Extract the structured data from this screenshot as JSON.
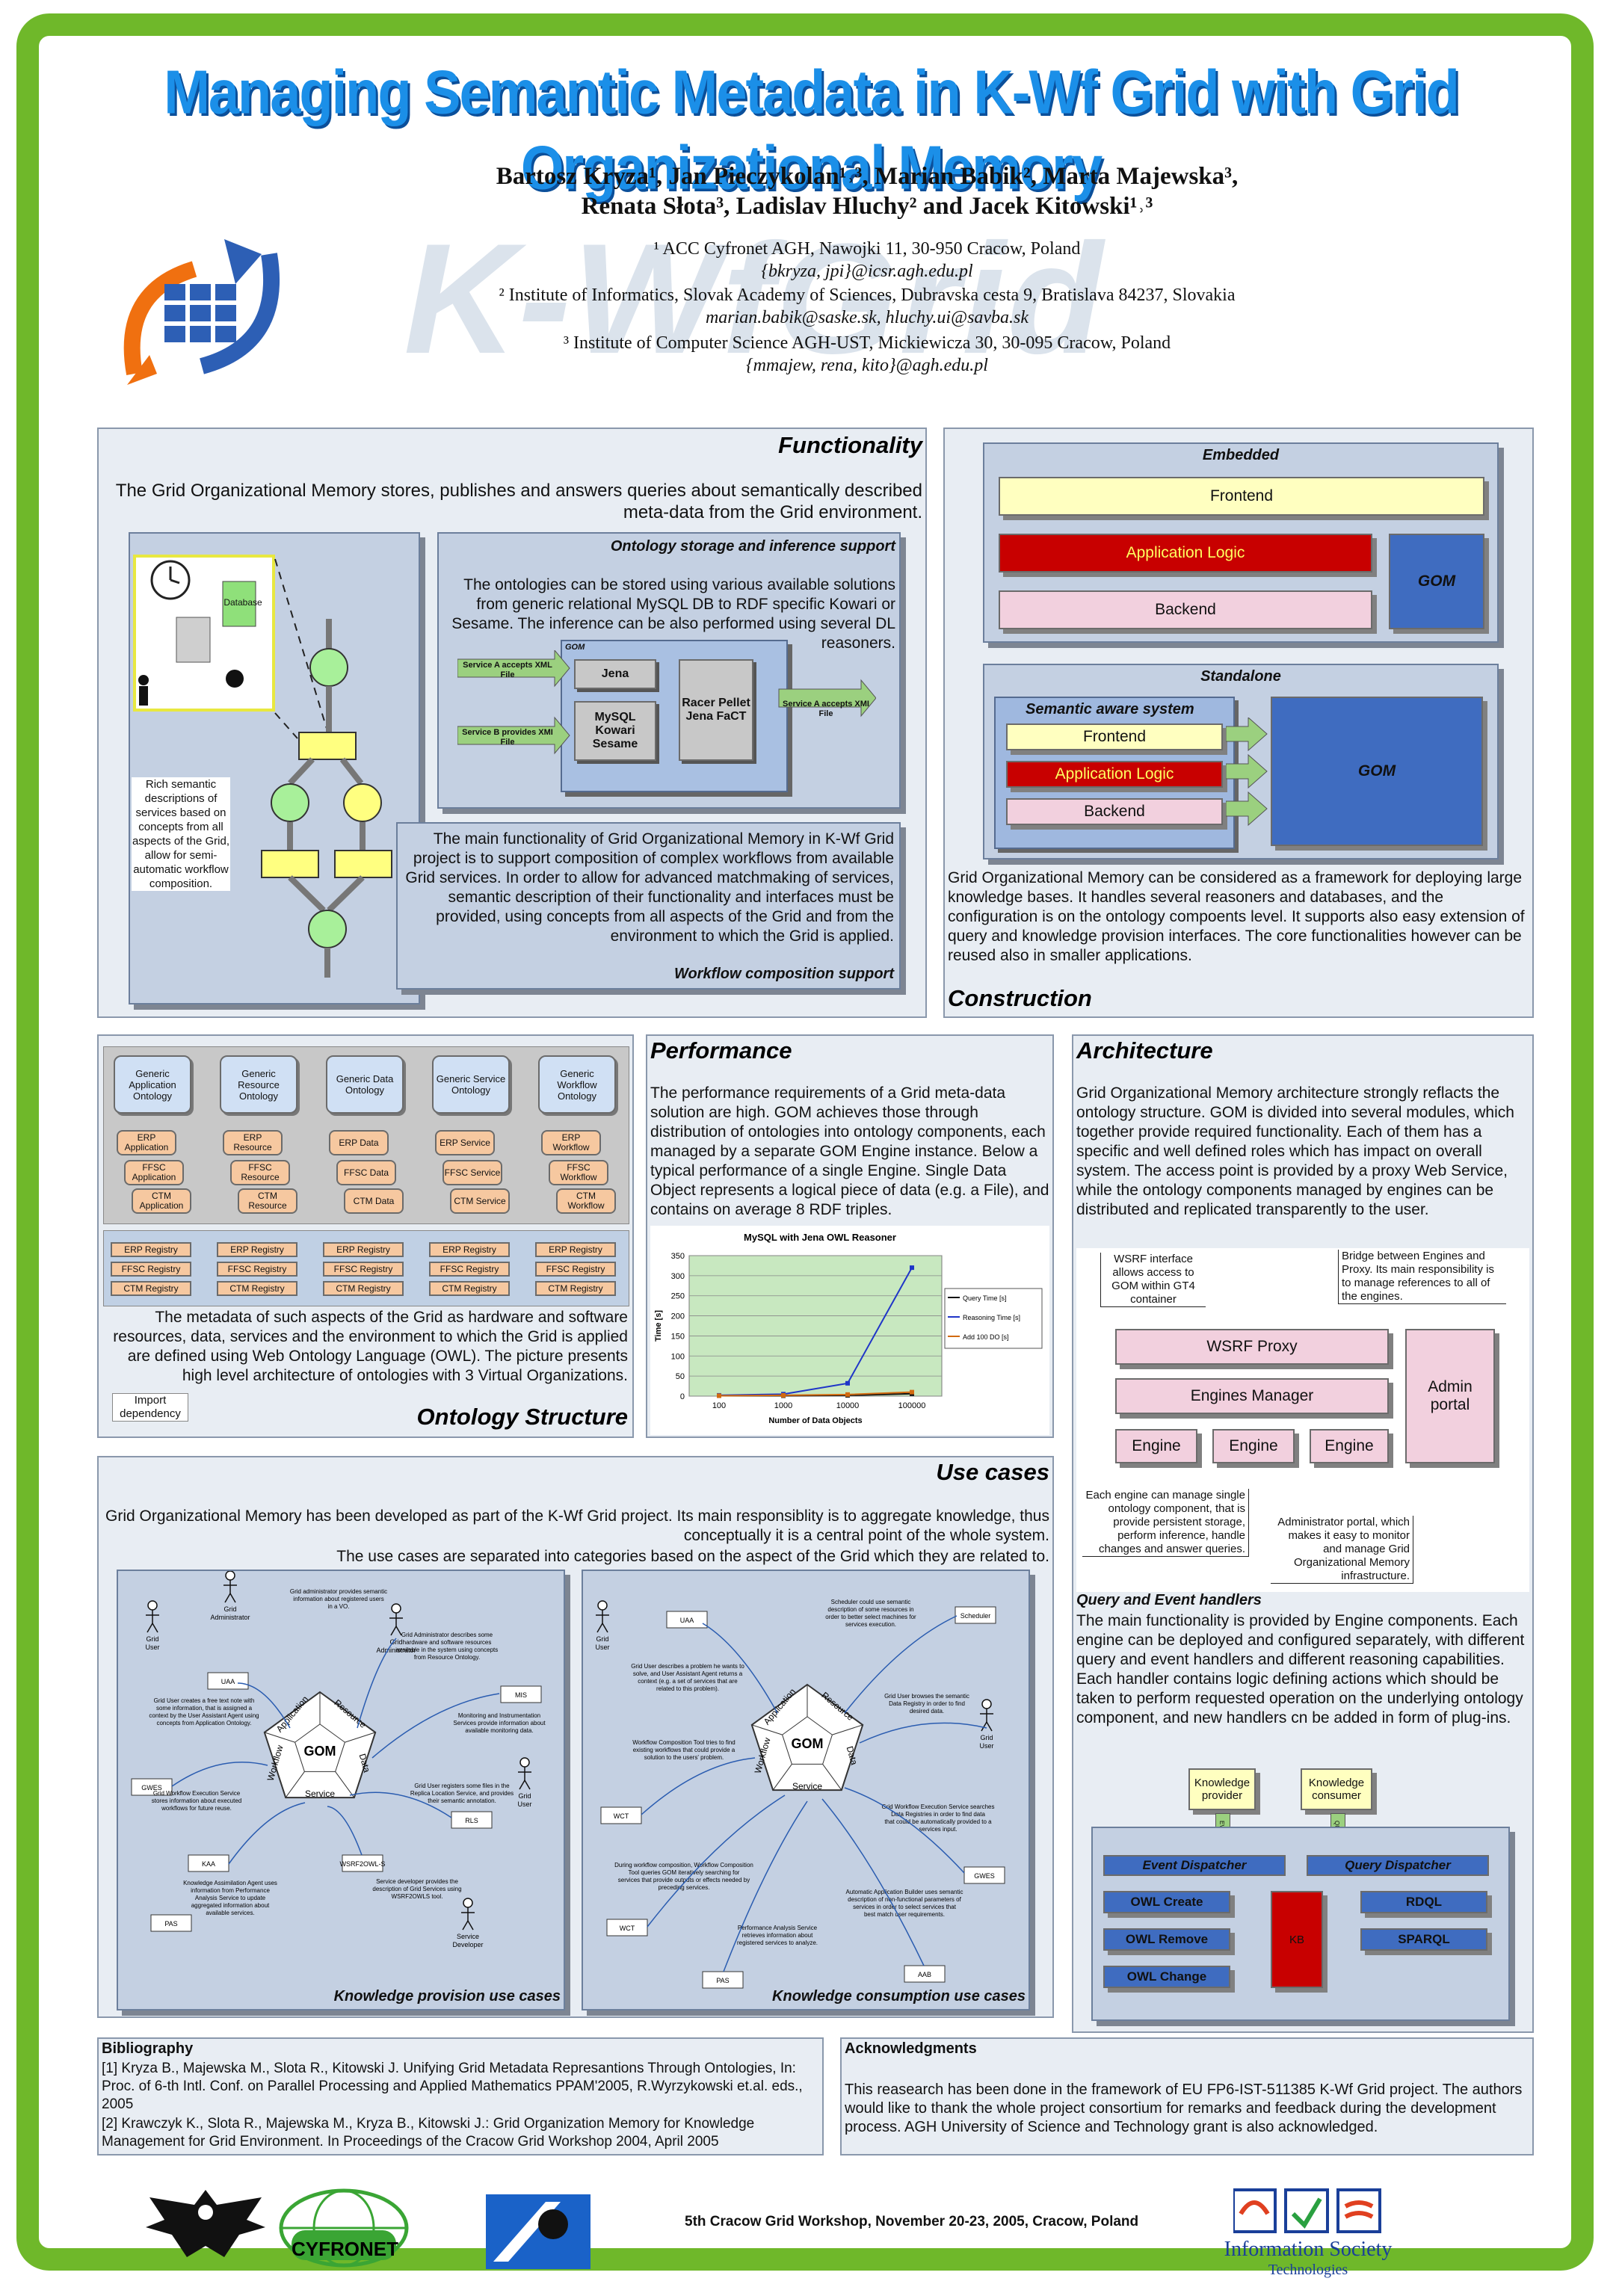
{
  "header": {
    "title": "Managing Semantic Metadata in K-Wf Grid with Grid Organizational Memory",
    "authors_line1": "Bartosz Kryza¹, Jan Pieczykolan¹˒³, Marian Babik², Marta Majewska³,",
    "authors_line2": "Renata Słota³, Ladislav Hluchy² and Jacek Kitowski¹˒³",
    "affil1": "¹ ACC Cyfronet AGH, Nawojki 11, 30-950 Cracow, Poland",
    "email1": "{bkryza, jpi}@icsr.agh.edu.pl",
    "affil2": "² Institute of Informatics, Slovak Academy of Sciences, Dubravska cesta 9, Bratislava 84237, Slovakia",
    "email2": "marian.babik@saske.sk, hluchy.ui@savba.sk",
    "affil3": "³ Institute of Computer Science AGH-UST, Mickiewicza 30, 30-095 Cracow, Poland",
    "email3": "{mmajew, rena, kito}@agh.edu.pl",
    "watermark": "K-WfGrid"
  },
  "functionality": {
    "title": "Functionality",
    "intro": "The Grid Organizational Memory stores, publishes and answers queries about semantically described meta-data from the Grid environment.",
    "database_label": "Database",
    "rich_text": "Rich semantic descriptions of services based on concepts from all aspects of the Grid, allow for semi-automatic workflow composition.",
    "ontology_storage_title": "Ontology storage and inference support",
    "ontology_storage_text": "The ontologies can be stored using various available solutions from generic relational MySQL DB to RDF specific Kowari or Sesame. The inference can be also performed using several DL reasoners.",
    "gom_label": "GOM",
    "service_a1": "Service A accepts XML File",
    "service_b": "Service B provides XMI File",
    "jena": "Jena",
    "mysql": "MySQL Kowari Sesame",
    "racer": "Racer Pellet Jena FaCT",
    "service_a2": "Service A accepts XMI File",
    "workflow_text": "The main functionality of Grid Organizational Memory in K-Wf Grid project is to support composition of complex workflows from available Grid services. In order to allow for advanced matchmaking of services, semantic description of their functionality and interfaces must be provided, using concepts from all aspects of the Grid and from the environment to which the Grid is applied.",
    "workflow_title": "Workflow composition support"
  },
  "construction": {
    "title": "Construction",
    "embedded": "Embedded",
    "frontend": "Frontend",
    "app_logic": "Application Logic",
    "backend": "Backend",
    "gom": "GOM",
    "standalone": "Standalone",
    "semantic_system": "Semantic aware system",
    "text": "Grid Organizational Memory can be considered as a framework for deploying large knowledge bases. It handles several reasoners and databases, and the configuration is on the ontology compoents level. It supports also easy extension of query and knowledge provision interfaces. The core functionalities however can be reused also in smaller applications."
  },
  "ontology_structure": {
    "title": "Ontology Structure",
    "generic": [
      "Generic Application Ontology",
      "Generic Resource Ontology",
      "Generic Data Ontology",
      "Generic Service Ontology",
      "Generic Workflow Ontology"
    ],
    "erp": [
      "ERP Application",
      "ERP Resource",
      "ERP Data",
      "ERP Service",
      "ERP Workflow"
    ],
    "ffsc": [
      "FFSC Application",
      "FFSC Resource",
      "FFSC Data",
      "FFSC Service",
      "FFSC Workflow"
    ],
    "ctm": [
      "CTM Application",
      "CTM Resource",
      "CTM Data",
      "CTM Service",
      "CTM Workflow"
    ],
    "registries": [
      "ERP Registry",
      "FFSC Registry",
      "CTM Registry"
    ],
    "text": "The metadata of such aspects of the Grid as hardware and software resources, data, services and the environment to which the Grid is applied are defined using Web Ontology Language (OWL). The picture presents high level architecture of ontologies with 3 Virtual Organizations.",
    "import_label": "Import dependency"
  },
  "performance": {
    "title": "Performance",
    "text": "The performance requirements of a Grid meta-data solution are high. GOM achieves those through distribution of ontologies into ontology components, each managed by a separate GOM Engine instance. Below a typical performance of a single Engine. Single Data Object represents a logical piece of data (e.g. a File), and contains on average 8 RDF triples."
  },
  "chart_data": {
    "type": "line",
    "title": "MySQL with Jena OWL Reasoner",
    "xlabel": "Number of Data Objects",
    "ylabel": "Time [s]",
    "categories": [
      "100",
      "1000",
      "10000",
      "100000"
    ],
    "ylim": [
      0,
      350
    ],
    "yticks": [
      0,
      50,
      100,
      150,
      200,
      250,
      300,
      350
    ],
    "grid": true,
    "legend": "right",
    "series": [
      {
        "name": "Query Time [s]",
        "values": [
          1,
          1,
          2,
          6
        ],
        "color": "#111111"
      },
      {
        "name": "Reasoning Time [s]",
        "values": [
          2,
          5,
          32,
          320
        ],
        "color": "#1f35c8"
      },
      {
        "name": "Add 100 DO [s]",
        "values": [
          1,
          2,
          4,
          10
        ],
        "color": "#d26a10"
      }
    ]
  },
  "architecture": {
    "title": "Architecture",
    "text": "Grid Organizational Memory architecture strongly reflacts the ontology structure. GOM is divided into several modules, which together provide required functionality. Each of them has a specific and well defined roles which has impact on overall system. The access point is provided by a proxy Web Service, while the ontology components managed by engines can be distributed and replicated transparently to the user.",
    "wsrf_note": "WSRF interface allows access to GOM within GT4 container",
    "bridge_note": "Bridge between Engines and Proxy. Its main responsibility is to manage references to all of the engines.",
    "wsrf_proxy": "WSRF Proxy",
    "engines_manager": "Engines Manager",
    "admin_portal": "Admin portal",
    "engine": "Engine",
    "engine_note": "Each engine can manage single ontology component, that is provide persistent storage, perform inference, handle changes and answer queries.",
    "admin_note": "Administrator portal, which makes it easy to monitor and manage Grid Organizational Memory infrastructure.",
    "qeh_title": "Query and Event handlers",
    "qeh_text": "The main functionality is provided by Engine components. Each engine can be deployed and configured separately, with different query and event handlers and different reasoning capabilities. Each handler contains logic defining actions which should be taken to perform requested operation on the underlying ontology component, and new handlers cn be added in form of plug-ins.",
    "knowledge_provider": "Knowledge provider",
    "knowledge_consumer": "Knowledge consumer",
    "event_dispatcher": "Event Dispatcher",
    "query_dispatcher": "Query Dispatcher",
    "owl_create": "OWL Create",
    "owl_remove": "OWL Remove",
    "owl_change": "OWL Change",
    "rdql": "RDQL",
    "sparql": "SPARQL",
    "kb": "KB",
    "event_label": "EVENT",
    "query_label": "QUERY"
  },
  "use_cases": {
    "title": "Use cases",
    "text1": "Grid Organizational Memory has been developed as part of the K-Wf Grid project. Its main responsiblity is to aggregate knowledge, thus conceptually it is a central point of the whole system.",
    "text2": "The use cases are separated into categories based on the aspect of the Grid which they are related to.",
    "provision_title": "Knowledge provision use cases",
    "consumption_title": "Knowledge consumption use cases",
    "gom": "GOM",
    "segments": [
      "Application",
      "Resource",
      "Data",
      "Service",
      "Workflow"
    ],
    "p_grid_user": "Grid User",
    "p_grid_admin": "Grid Administrator",
    "p_uaa": "UAA",
    "p_mis": "MIS",
    "p_gwes": "GWES",
    "p_rls": "RLS",
    "p_kaa": "KAA",
    "p_wsrf2owl": "WSRF2OWL-S",
    "p_pas": "PAS",
    "p_service_dev": "Service Developer",
    "p_n1": "Grid administrator provides semantic information about registered users in a VO.",
    "p_n2": "Grid Administrator describes some hardware and software resources available in the system using concepts from Resource Ontology.",
    "p_n3": "Grid User creates a free text note with some information, that is assigned a context by the User Assistant Agent using concepts from Application Ontology.",
    "p_n4": "Monitoring and Instrumentation Services provide information about available monitoring data.",
    "p_n5": "Grid Workflow Execution Service stores information about executed workflows for future reuse.",
    "p_n6": "Grid User registers some files in the Replica Location Service, and provides their semantic annotation.",
    "p_n7": "Knowledge Assimilation Agent uses information from Performance Analysis Service to update aggregated information about available services.",
    "p_n8": "Service developer provides the description of Grid Services using WSRF2OWLS tool.",
    "c_uaa": "UAA",
    "c_scheduler": "Scheduler",
    "c_grid_user": "Grid User",
    "c_wct": "WCT",
    "c_gwes": "GWES",
    "c_aab": "AAB",
    "c_pas": "PAS",
    "c_n1": "Scheduler could use semantic description of some resources in order to better select machines for services execution.",
    "c_n2": "Grid User describes a problem he wants to solve, and User Assistant Agent returns a context (e.g. a set of services that are related to this problem).",
    "c_n3": "Grid User browses the semantic Data Registry in order to find desired data.",
    "c_n4": "Workflow Composition Tool tries to find existing workflows that could provide a solution to the users' problem.",
    "c_n5": "Grid Workflow Execution Service searches Data Registries in order to find data that could be automatically provided to a services input.",
    "c_n6": "During workflow composition, Workflow Composition Tool queries GOM iteratively searching for services that provide outputs or effects needed by preceding services.",
    "c_n7": "Automatic Application Builder uses semantic description of non-functional parameters of services in order to select services that best match user requirements.",
    "c_n8": "Performance Analysis Service retrieves information about registered services to analyze."
  },
  "bibliography": {
    "title": "Bibliography",
    "ref1": "[1] Kryza B., Majewska M., Slota R., Kitowski J. Unifying Grid Metadata Represantions Through Ontologies, In: Proc. of 6-th Intl. Conf. on Parallel Processing and Applied Mathematics PPAM'2005, R.Wyrzykowski et.al. eds., 2005",
    "ref2": "[2] Krawczyk K., Slota R., Majewska M., Kryza B., Kitowski J.: Grid Organization Memory for Knowledge Management for Grid Environment. In Proceedings of the Cracow Grid Workshop 2004, April 2005"
  },
  "acknowledgments": {
    "title": "Acknowledgments",
    "text": "This reasearch has been done in the framework of EU FP6-IST-511385 K-Wf Grid project. The authors would like to thank the whole project consortium for remarks and feedback during the development process. AGH University of Science and Technology grant is also acknowledged."
  },
  "footer": {
    "cyfronet": "CYFRONET",
    "workshop": "5th Cracow Grid Workshop, November 20-23, 2005, Cracow, Poland",
    "ist1": "Information Society",
    "ist2": "Technologies"
  },
  "colors": {
    "frame_green": "#6fb82a",
    "title_blue": "#1b8fe8",
    "panel_bg": "#e8edf3",
    "inner_bg": "#c4d0e2",
    "gom_blue": "#3f6cc0",
    "red_box": "#c80000",
    "yellow_box": "#ffffc0",
    "pink_box": "#f2d0de"
  }
}
